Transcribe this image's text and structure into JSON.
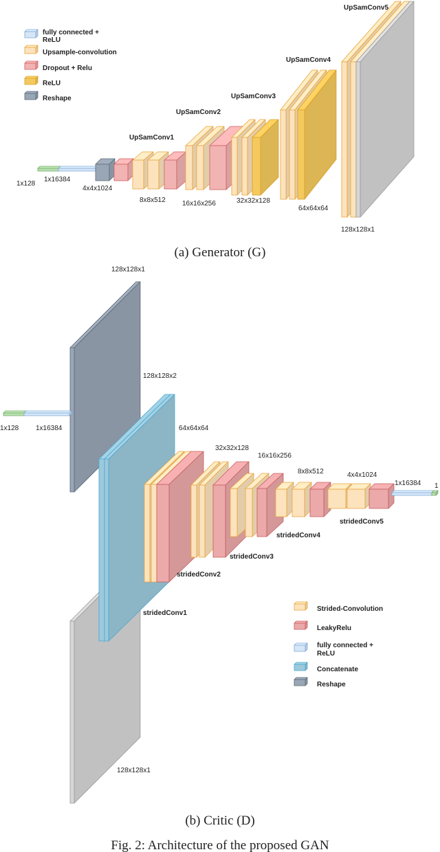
{
  "colors": {
    "fc": "#d6e6f7",
    "fc_edge": "#7ea6d6",
    "conv": "#fce3bd",
    "conv_edge": "#e8a33a",
    "relu": "#f4c95d",
    "relu_edge": "#d8a028",
    "dropout": "#f2b3b3",
    "dropout_edge": "#cc5f5f",
    "leaky": "#eba9aa",
    "leaky_edge": "#c65c5d",
    "reshape": "#98a6b5",
    "reshape_edge": "#5d6b7a",
    "concat": "#9cc9dc",
    "concat_edge": "#4ca7cc",
    "input": "#d6d6d6",
    "input_edge": "#9a9a9a",
    "small": "#b9e0b0",
    "small_edge": "#73a967"
  },
  "generator": {
    "legend": [
      {
        "label": "fully connected +",
        "label2": "ReLU",
        "color": "fc"
      },
      {
        "label": "Upsample-convolution",
        "label2": "",
        "color": "conv"
      },
      {
        "label": "Dropout + Relu",
        "label2": "",
        "color": "dropout"
      },
      {
        "label": "ReLU",
        "label2": "",
        "color": "relu"
      },
      {
        "label": "Reshape",
        "label2": "",
        "color": "reshape"
      }
    ],
    "block_labels": {
      "up1": "UpSamConv1",
      "up2": "UpSamConv2",
      "up3": "UpSamConv3",
      "up4": "UpSamConv4",
      "up5": "UpSamConv5"
    },
    "dims": {
      "in": "1x128",
      "fc": "1x16384",
      "reshape": "4x4x1024",
      "d8": "8x8x512",
      "d16": "16x16x256",
      "d32": "32x32x128",
      "d64": "64x64x64",
      "d128": "128x128x1"
    },
    "caption": "(a) Generator (G)"
  },
  "critic": {
    "legend": [
      {
        "label": "Strided-Convolution",
        "label2": "",
        "color": "conv"
      },
      {
        "label": "LeakyRelu",
        "label2": "",
        "color": "leaky"
      },
      {
        "label": "fully connected +",
        "label2": "ReLU",
        "color": "fc"
      },
      {
        "label": "Concatenate",
        "label2": "",
        "color": "concat"
      },
      {
        "label": "Reshape",
        "label2": "",
        "color": "reshape"
      }
    ],
    "block_labels": {
      "s1": "stridedConv1",
      "s2": "stridedConv2",
      "s3": "stridedConv3",
      "s4": "stridedConv4",
      "s5": "stridedConv5"
    },
    "dims": {
      "top": "128x128x1",
      "concat": "128x128x2",
      "in": "1x128",
      "fc": "1x16384",
      "d64": "64x64x64",
      "d32": "32x32x128",
      "d16": "16x16x256",
      "d8": "8x8x512",
      "d4": "4x4x1024",
      "fc_out": "1x16384",
      "out": "1",
      "bottom": "128x128x1"
    },
    "caption": "(b) Critic (D)"
  },
  "figure_caption": "Fig. 2: Architecture of the proposed GAN"
}
